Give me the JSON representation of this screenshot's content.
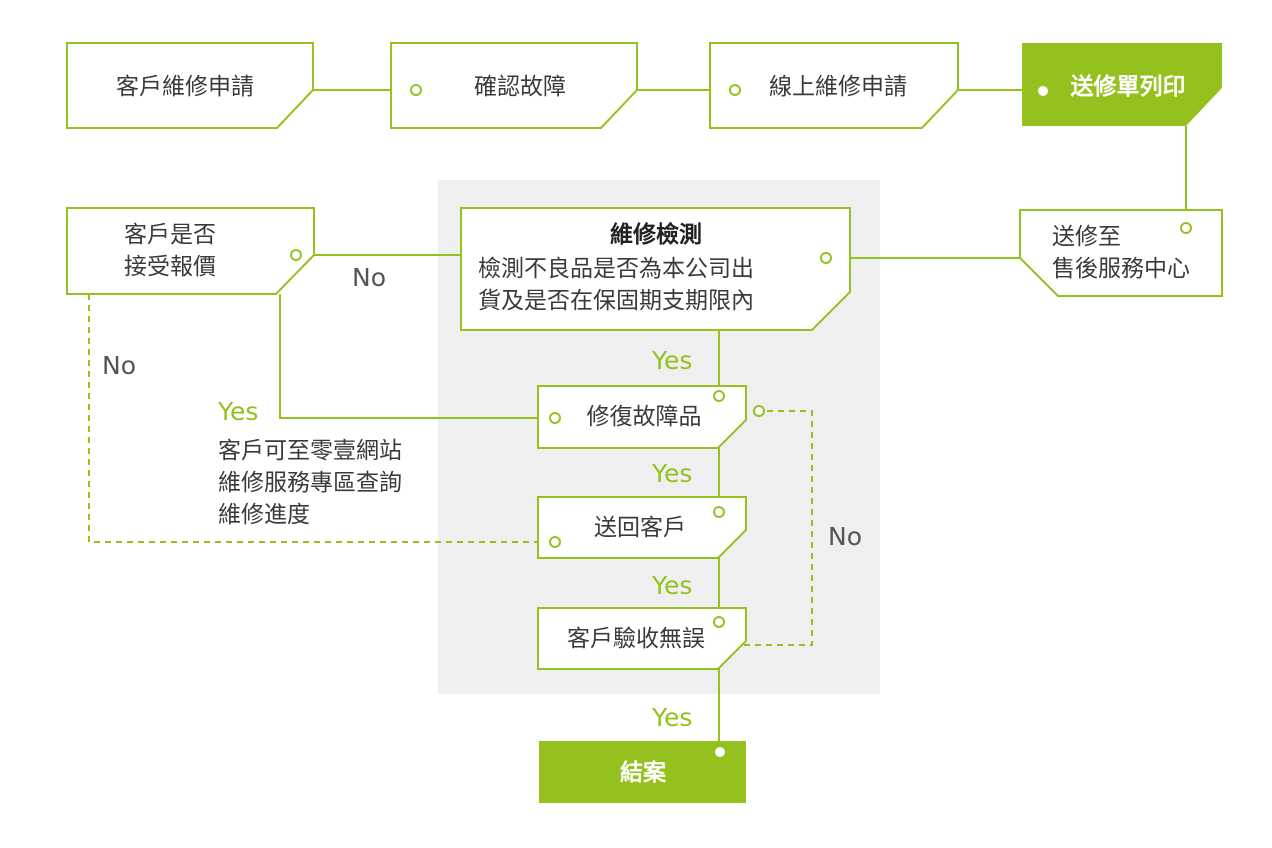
{
  "colors": {
    "accent": "#95c11f",
    "text": "#3a3a3a",
    "panel": "#efefef"
  },
  "nodes": {
    "apply": "客戶維修申請",
    "confirm": "確認故障",
    "online_apply": "線上維修申請",
    "print_form": "送修單列印",
    "send_center": [
      "送修至",
      "售後服務中心"
    ],
    "inspection_title": "維修檢測",
    "inspection_desc": [
      "檢測不良品是否為本公司出",
      "貨及是否在保固期支期限內"
    ],
    "accept_quote": [
      "客戶是否",
      "接受報價"
    ],
    "repair": "修復故障品",
    "return_customer": "送回客戶",
    "acceptance": "客戶驗收無誤",
    "close": "結案"
  },
  "labels": {
    "yes": "Yes",
    "no": "No",
    "note": [
      "客戶可至零壹網站",
      "維修服務專區查詢",
      "維修進度"
    ]
  }
}
